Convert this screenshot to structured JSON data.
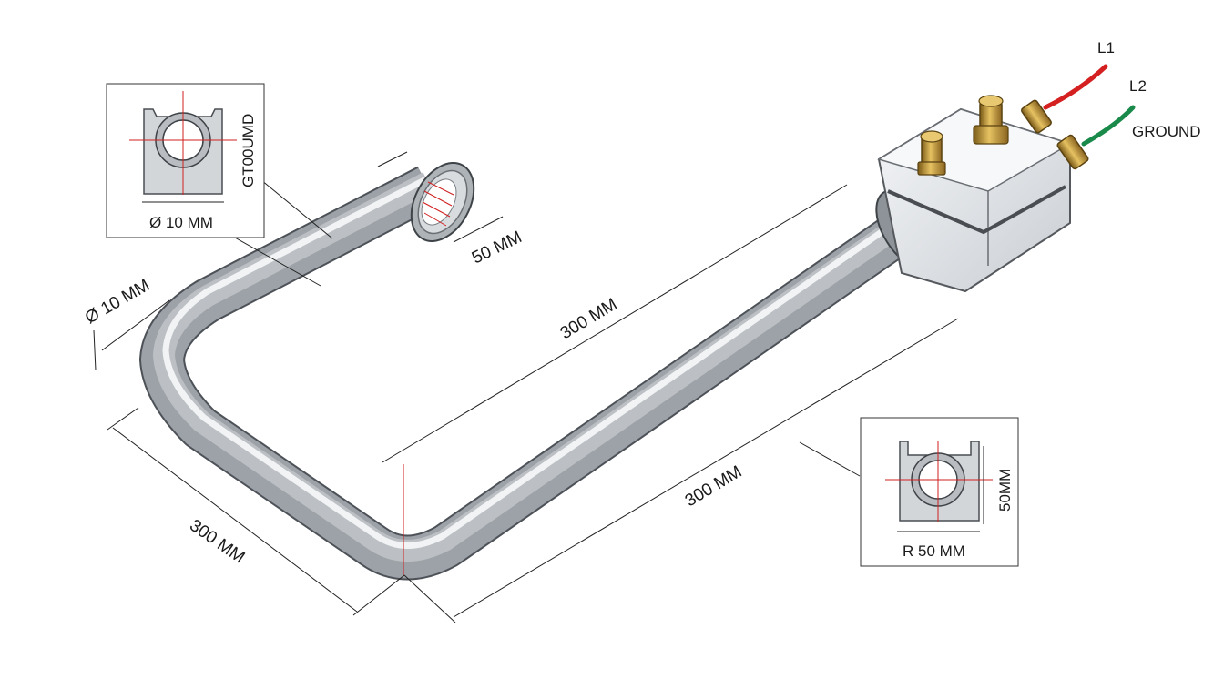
{
  "detail_top": {
    "vertical_label": "GT00UMD",
    "diameter_label": "Ø 10 MM"
  },
  "detail_bottom": {
    "vertical_label": "50MM",
    "radius_label": "R 50 MM"
  },
  "dimensions": {
    "left_diameter": "Ø 10 MM",
    "flange_length": "50 MM",
    "upper_length": "300 MM",
    "lower_length": "300 MM",
    "left_length": "300 MM"
  },
  "terminals": {
    "l1": "L1",
    "l2": "L2",
    "ground": "GROUND"
  },
  "colors": {
    "tube": "#9da2a8",
    "wire_l1": "#d42020",
    "wire_ground": "#1a8a4a",
    "brass": "#c8a040",
    "dimension_red": "#d02020"
  }
}
